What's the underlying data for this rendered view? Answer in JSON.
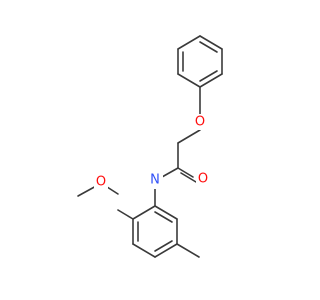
{
  "molecule": {
    "atoms": {
      "ether_o": {
        "symbol": "O",
        "color": "#ff0d0d"
      },
      "carbonyl_o": {
        "symbol": "O",
        "color": "#ff0d0d"
      },
      "amide_n": {
        "symbol": "N",
        "color": "#3050f8"
      },
      "methoxy_o": {
        "symbol": "O",
        "color": "#ff0d0d"
      }
    },
    "bond_color": "#3a3a3a"
  }
}
